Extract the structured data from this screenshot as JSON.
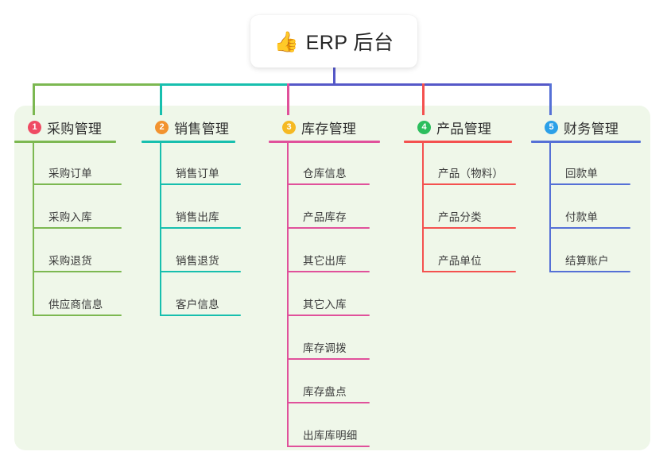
{
  "diagram": {
    "root": {
      "icon": "thumbs-up-icon",
      "emoji": "👍",
      "title": "ERP 后台"
    },
    "stem_color": "#5558c8",
    "panel_color": "#eff7e9",
    "branches": [
      {
        "number": "1",
        "title": "采购管理",
        "badge_color": "#ef4b63",
        "line_color": "#7cb851",
        "items": [
          "采购订单",
          "采购入库",
          "采购退货",
          "供应商信息"
        ]
      },
      {
        "number": "2",
        "title": "销售管理",
        "badge_color": "#f2932f",
        "line_color": "#17bfae",
        "items": [
          "销售订单",
          "销售出库",
          "销售退货",
          "客户信息"
        ]
      },
      {
        "number": "3",
        "title": "库存管理",
        "badge_color": "#f5b923",
        "line_color": "#e0519b",
        "items": [
          "仓库信息",
          "产品库存",
          "其它出库",
          "其它入库",
          "库存调拨",
          "库存盘点",
          "出库库明细"
        ]
      },
      {
        "number": "4",
        "title": "产品管理",
        "badge_color": "#2cbe5d",
        "line_color": "#f4514f",
        "items": [
          "产品（物料）",
          "产品分类",
          "产品单位"
        ]
      },
      {
        "number": "5",
        "title": "财务管理",
        "badge_color": "#2ba0e8",
        "line_color": "#5570d6",
        "items": [
          "回款单",
          "付款单",
          "结算账户"
        ]
      }
    ]
  }
}
